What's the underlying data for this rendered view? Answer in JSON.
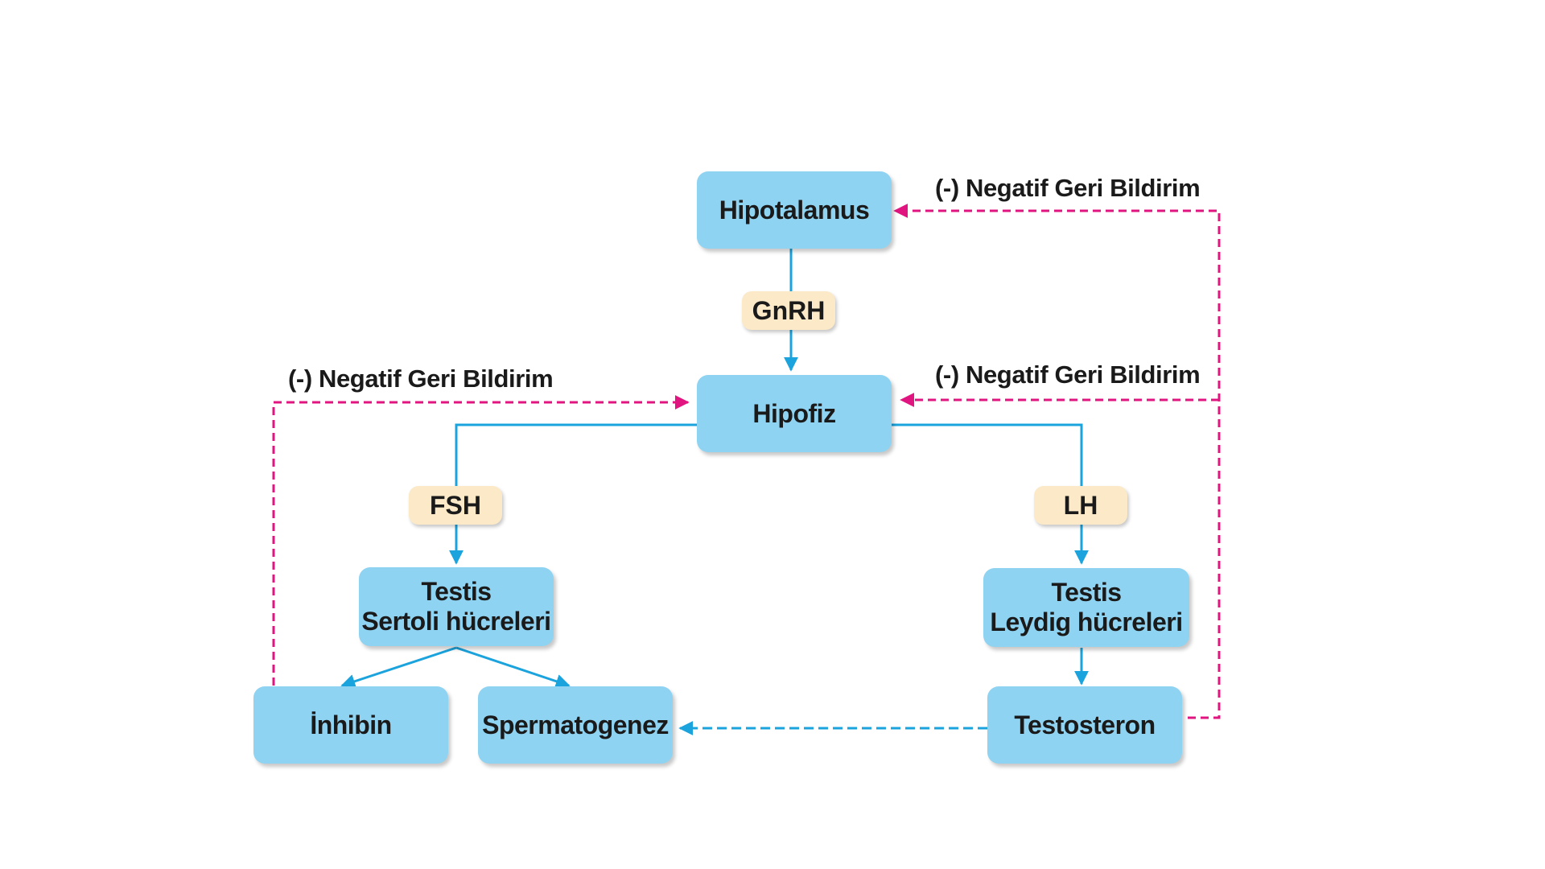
{
  "nodes": {
    "hipotalamus": "Hipotalamus",
    "hipofiz": "Hipofiz",
    "sertoli": {
      "line1": "Testis",
      "line2": "Sertoli hücreleri"
    },
    "leydig": {
      "line1": "Testis",
      "line2": "Leydig hücreleri"
    },
    "inhibin": "İnhibin",
    "spermatogenez": "Spermatogenez",
    "testosteron": "Testosteron"
  },
  "hormones": {
    "gnrh": "GnRH",
    "fsh": "FSH",
    "lh": "LH"
  },
  "feedback_labels": {
    "top_right": "(-) Negatif Geri Bildirim",
    "middle_right": "(-) Negatif Geri Bildirim",
    "left": "(-) Negatif Geri Bildirim"
  },
  "colors": {
    "box": "#8fd3f2",
    "hormone_pill": "#fbe9c8",
    "stimulation_arrow": "#1aa3dc",
    "negative_feedback": "#e0157f"
  }
}
